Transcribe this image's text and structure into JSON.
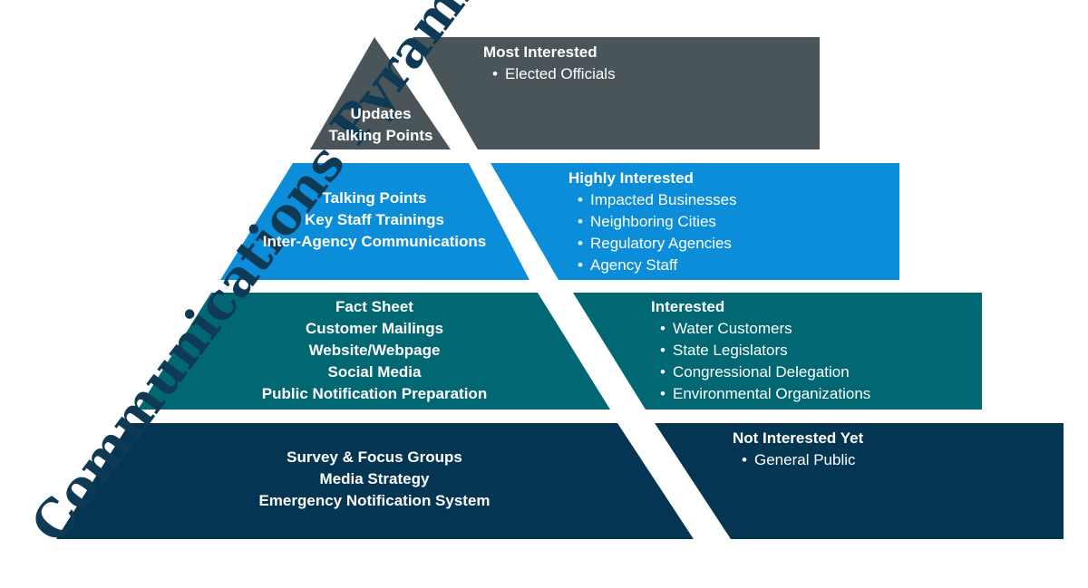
{
  "title": "Communications Pyramid",
  "colors": {
    "tier1": "#4a5559",
    "tier2": "#0c8dd9",
    "tier3": "#006773",
    "tier4": "#043553",
    "title_text": "#0e3a55",
    "text": "#ffffff"
  },
  "tiers": [
    {
      "tools": [
        "Updates",
        "Talking Points"
      ],
      "audience_title": "Most Interested",
      "audience": [
        "Elected Officials"
      ]
    },
    {
      "tools": [
        "Talking Points",
        "Key Staff Trainings",
        "Inter-Agency Communications"
      ],
      "audience_title": "Highly Interested",
      "audience": [
        "Impacted Businesses",
        "Neighboring Cities",
        "Regulatory Agencies",
        "Agency Staff"
      ]
    },
    {
      "tools": [
        "Fact Sheet",
        "Customer Mailings",
        "Website/Webpage",
        "Social Media",
        "Public Notification Preparation"
      ],
      "audience_title": "Interested",
      "audience": [
        "Water Customers",
        "State Legislators",
        "Congressional Delegation",
        "Environmental Organizations"
      ]
    },
    {
      "tools": [
        "Survey & Focus Groups",
        "Media Strategy",
        "Emergency Notification System"
      ],
      "audience_title": "Not Interested Yet",
      "audience": [
        "General Public"
      ]
    }
  ]
}
